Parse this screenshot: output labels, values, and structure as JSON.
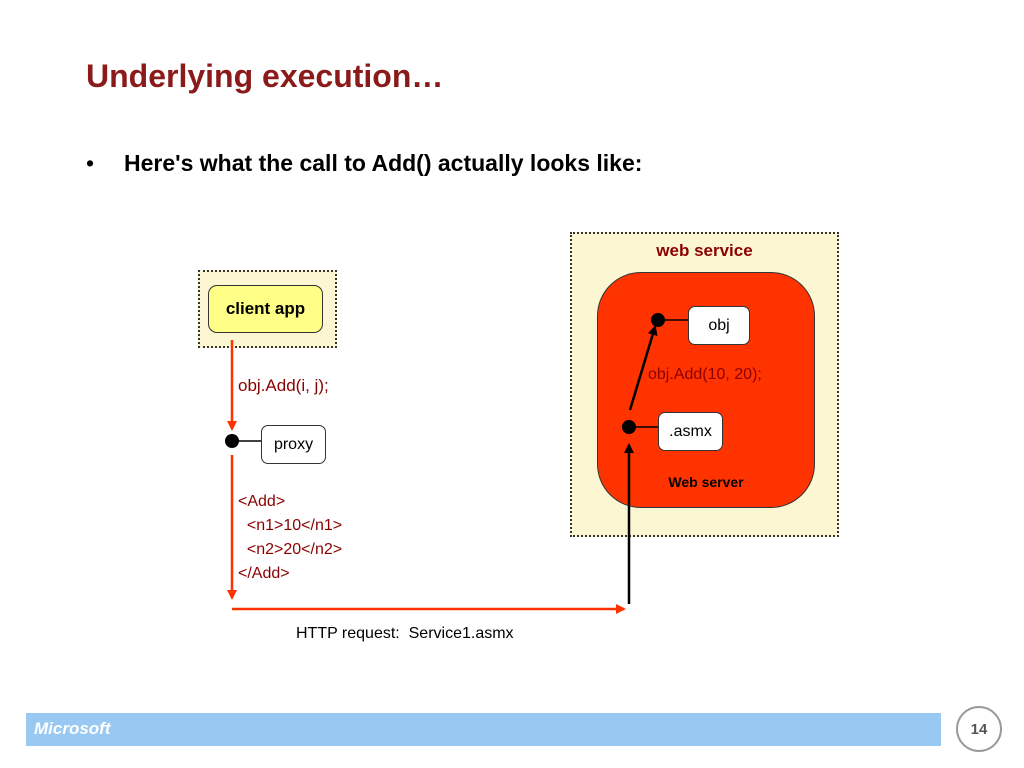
{
  "slide": {
    "title": "Underlying execution…",
    "bullet_marker": "•",
    "bullet": "Here's what the call to Add() actually looks like:"
  },
  "diagram": {
    "client_app": "client app",
    "call_text": "obj.Add(i, j);",
    "proxy": "proxy",
    "soap_message": "<Add>\n  <n1>10</n1>\n  <n2>20</n2>\n</Add>",
    "http_request": "HTTP request:  Service1.asmx",
    "web_service_title": "web service",
    "obj": "obj",
    "ws_call_text": "obj.Add(10, 20);",
    "asmx": ".asmx",
    "web_server": "Web server"
  },
  "footer": {
    "brand": "Microsoft",
    "page_number": "14"
  },
  "colors": {
    "title": "#8b1a1a",
    "web_server_fill": "#ff3300",
    "panel_fill": "#fdf6d3",
    "client_fill": "#ffff88",
    "arrow": "#ff3300",
    "footer_bar": "#99c9f2"
  }
}
